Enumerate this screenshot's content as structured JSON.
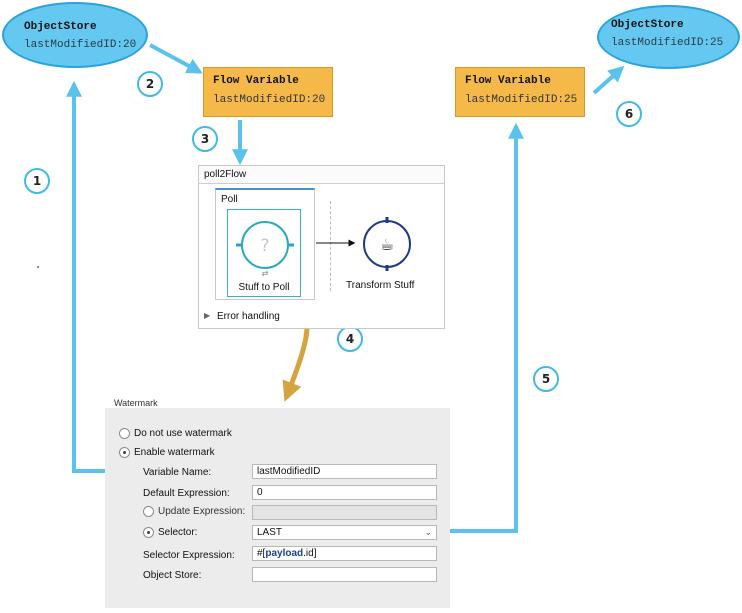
{
  "object_store_left": {
    "title": "ObjectStore",
    "value": "lastModifiedID:20"
  },
  "object_store_right": {
    "title": "ObjectStore",
    "value": "lastModifiedID:25"
  },
  "flow_variable_left": {
    "title": "Flow Variable",
    "value": "lastModifiedID:20"
  },
  "flow_variable_right": {
    "title": "Flow Variable",
    "value": "lastModifiedID:25"
  },
  "badges": [
    "1",
    "2",
    "3",
    "4",
    "5",
    "6"
  ],
  "flow": {
    "name": "poll2Flow",
    "scope_label": "Poll",
    "poll_component_label": "Stuff to Poll",
    "transform_label": "Transform Stuff",
    "error_handling": "Error handling",
    "question_glyph": "?"
  },
  "watermark": {
    "section_title": "Watermark",
    "option_none": "Do not use watermark",
    "option_enable": "Enable watermark",
    "variable_name_label": "Variable Name:",
    "variable_name_value": "lastModifiedID",
    "default_expression_label": "Default Expression:",
    "default_expression_value": "0",
    "update_expression_label": "Update Expression:",
    "update_expression_value": "",
    "selector_label": "Selector:",
    "selector_value": "LAST",
    "selector_expression_label": "Selector Expression:",
    "selector_expression_prefix": "#[",
    "selector_expression_keyword": "payload",
    "selector_expression_suffix": ".id]",
    "object_store_label": "Object Store:",
    "object_store_value": ""
  },
  "colors": {
    "arrow_blue": "#5bc2ee",
    "arrow_gold": "#d6a43e",
    "flow_var_fill": "#f5b94a",
    "ellipse_fill": "#64c8f0"
  }
}
